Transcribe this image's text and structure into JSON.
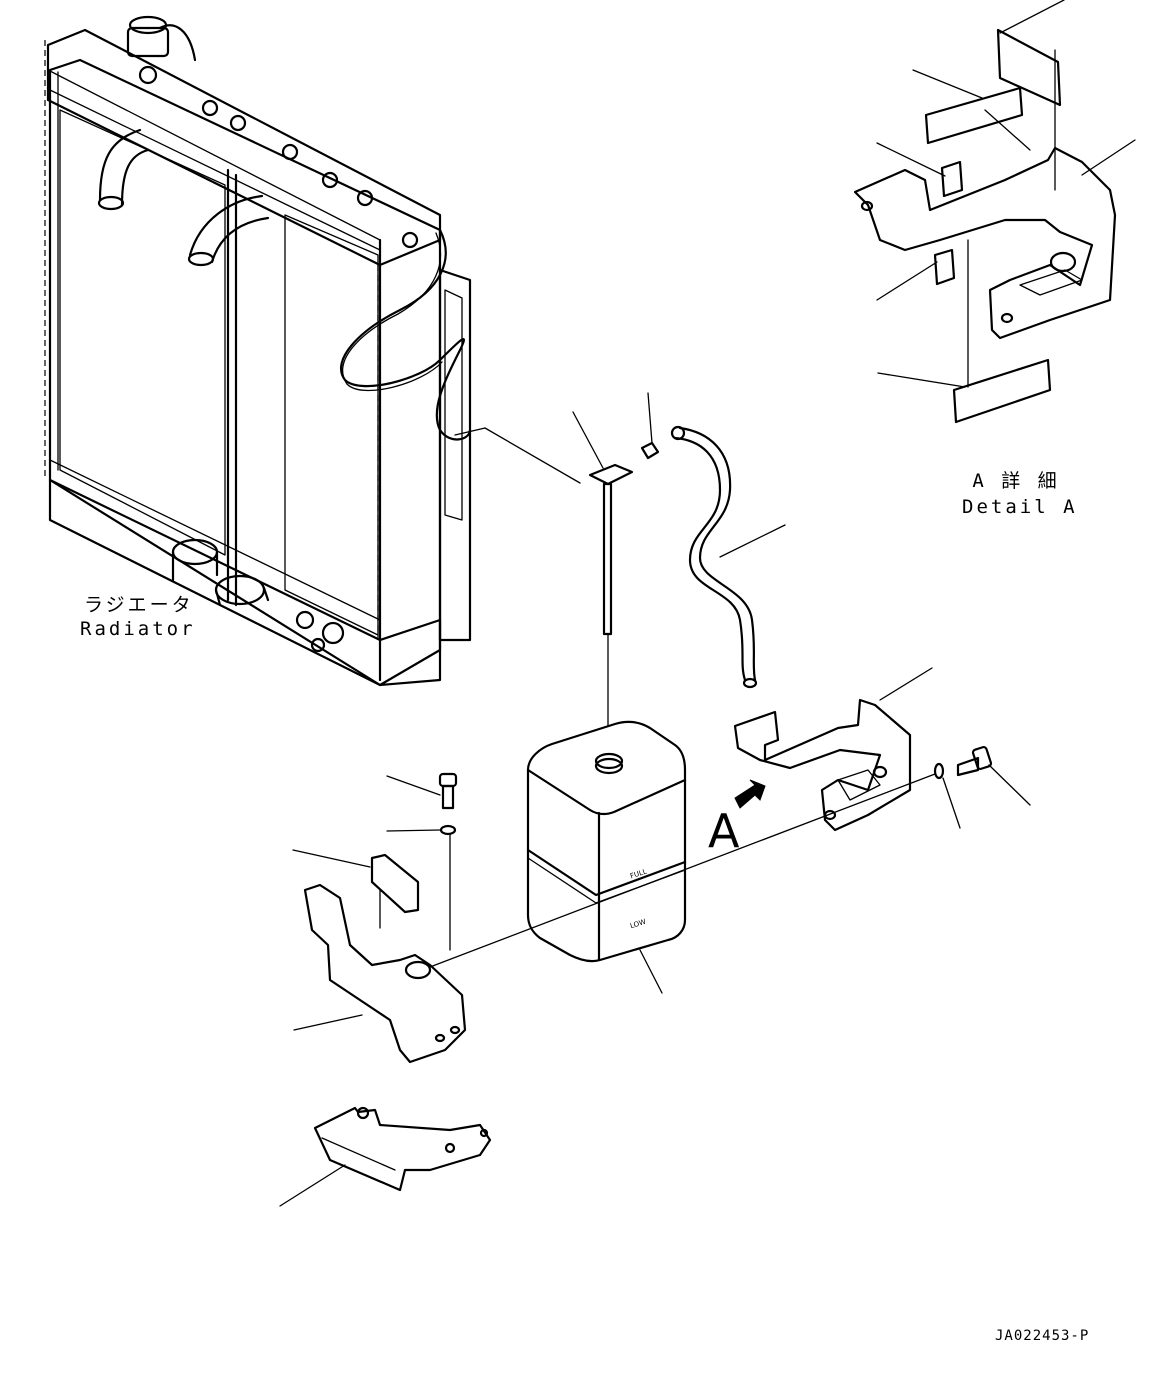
{
  "labels": {
    "radiator_jp": "ラジエータ",
    "radiator_en": "Radiator",
    "detail_jp": "A 詳 細",
    "detail_en": "Detail A",
    "view_letter": "A",
    "drawing_code": "JA022453-P",
    "tank_full": "FULL",
    "tank_low": "LOW"
  },
  "parts": [
    "radiator",
    "reserve-tank",
    "tank-cap",
    "dipstick",
    "overflow-hose",
    "hose-clamp",
    "front-bracket",
    "rear-band-bracket",
    "base-bracket",
    "bolt",
    "washer",
    "cushion-pad",
    "detail-a-band"
  ]
}
